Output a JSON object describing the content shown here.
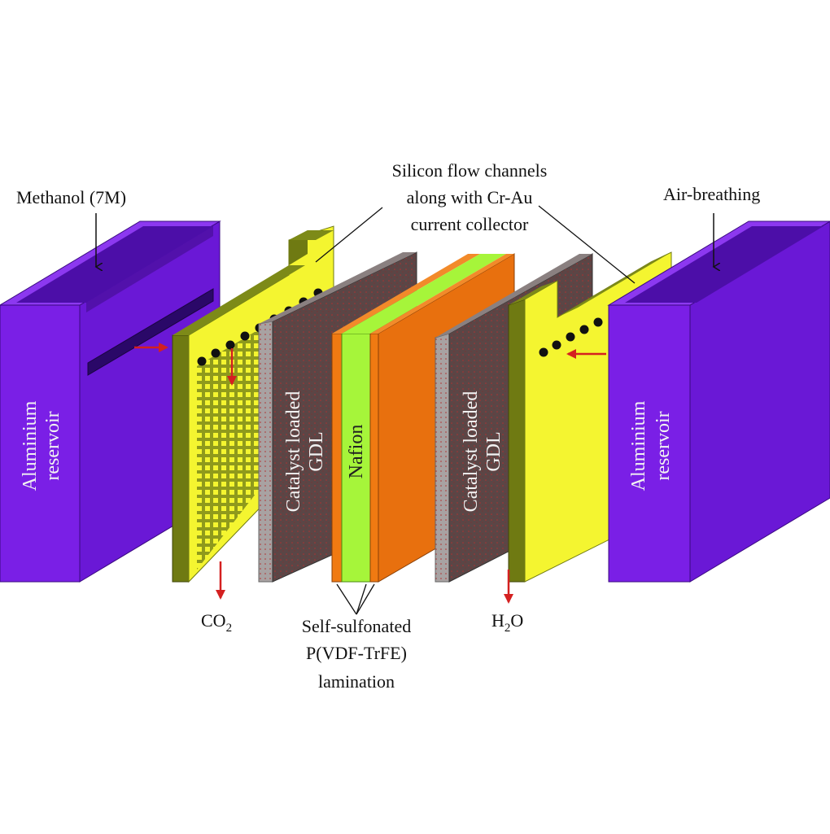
{
  "labels": {
    "methanol": "Methanol (7M)",
    "silicon_line1": "Silicon flow channels",
    "silicon_line2": "along with Cr-Au",
    "silicon_line3": "current collector",
    "air": "Air-breathing",
    "co2_main": "CO",
    "co2_sub": "2",
    "h2o_h": "H",
    "h2o_sub": "2",
    "h2o_o": "O",
    "lam_line1": "Self-sulfonated",
    "lam_line2": "P(VDF-TrFE)",
    "lam_line3": "lamination",
    "reservoir_line1": "Aluminium",
    "reservoir_line2": "reservoir",
    "gdl_line1": "Catalyst loaded",
    "gdl_line2": "GDL",
    "nafion": "Nafion"
  },
  "colors": {
    "reservoir": "#7a1fe6",
    "reservoir_side": "#5e14c4",
    "collector": "#f4f530",
    "collector_edge": "#6f7a12",
    "gdl": "#5b4646",
    "gdl_edge": "#a8a2a2",
    "nafion": "#a6f53a",
    "lamination": "#f07a12",
    "flow_arrow": "#d42020"
  }
}
